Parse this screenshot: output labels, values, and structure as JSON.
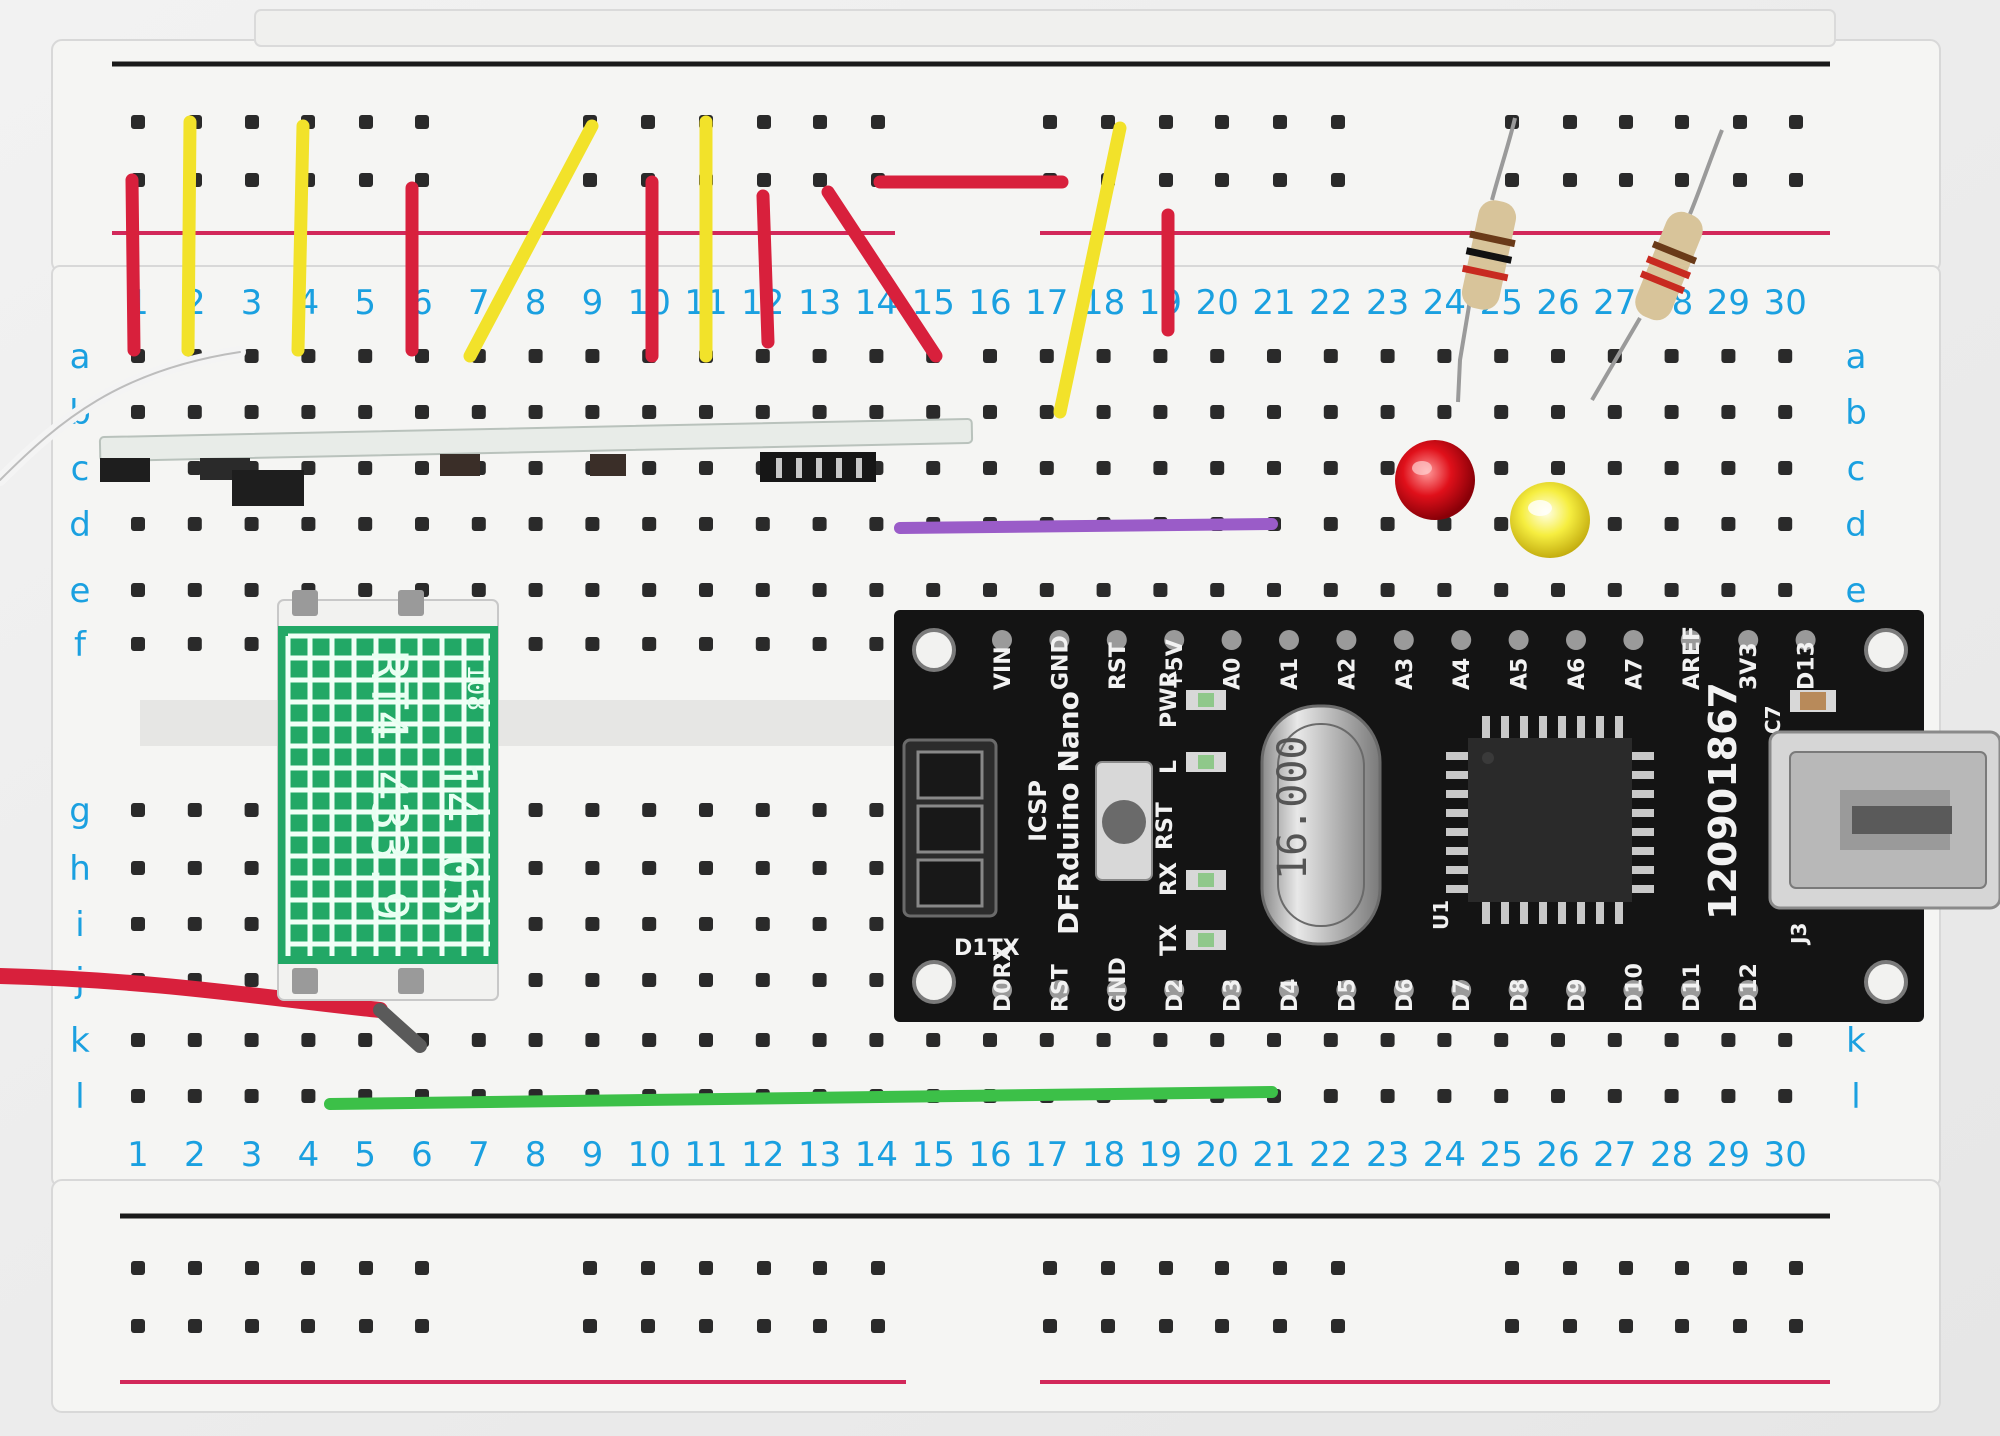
{
  "colors": {
    "board": "#f4f4f2",
    "hole": "#2a2a2a",
    "rail_red": "#d2285a",
    "rail_black": "#1a1a1a",
    "label_blue": "#1aa0e0",
    "wire_red": "#d8203c",
    "wire_yellow": "#f2e22a",
    "wire_purple": "#9a5cc8",
    "wire_green": "#3cc048",
    "pcb_black": "#141414",
    "module_green": "#22a866"
  },
  "breadboard": {
    "column_labels": [
      "1",
      "2",
      "3",
      "4",
      "5",
      "6",
      "7",
      "8",
      "9",
      "10",
      "11",
      "12",
      "13",
      "14",
      "15",
      "16",
      "17",
      "18",
      "19",
      "20",
      "21",
      "22",
      "23",
      "24",
      "25",
      "26",
      "27",
      "28",
      "29",
      "30"
    ],
    "row_labels_top": [
      "a",
      "b",
      "c",
      "d",
      "e",
      "f"
    ],
    "row_labels_bottom": [
      "g",
      "h",
      "i",
      "j",
      "k",
      "l"
    ]
  },
  "module": {
    "code": "108",
    "line1": "14 03",
    "line2": "RT4 433.9"
  },
  "nano": {
    "top_pins": [
      "VIN",
      "GND",
      "RST",
      "+5V",
      "A0",
      "A1",
      "A2",
      "A3",
      "A4",
      "A5",
      "A6",
      "A7",
      "AREF",
      "3V3",
      "D13"
    ],
    "bottom_pins": [
      "D0RX",
      "RST",
      "GND",
      "D2",
      "D3",
      "D4",
      "D5",
      "D6",
      "D7",
      "D8",
      "D9",
      "D10",
      "D11",
      "D12"
    ],
    "tx_label": "D1TX",
    "brand": "DFRduino Nano",
    "icsp": "ICSP",
    "led_labels": [
      "PWR",
      "L",
      "RX",
      "TX"
    ],
    "rst_button": "RST",
    "crystal": "16.000",
    "serial": "120901867",
    "c7": "C7",
    "u1": "U1",
    "j3": "J3"
  }
}
